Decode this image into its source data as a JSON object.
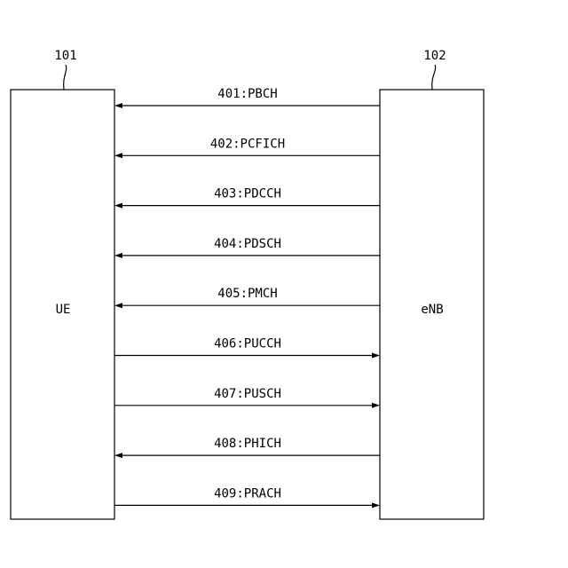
{
  "ue": {
    "ref": "101",
    "label": "UE"
  },
  "enb": {
    "ref": "102",
    "label": "eNB"
  },
  "channels": [
    {
      "label": "401:PBCH",
      "direction": "enb-to-ue"
    },
    {
      "label": "402:PCFICH",
      "direction": "enb-to-ue"
    },
    {
      "label": "403:PDCCH",
      "direction": "enb-to-ue"
    },
    {
      "label": "404:PDSCH",
      "direction": "enb-to-ue"
    },
    {
      "label": "405:PMCH",
      "direction": "enb-to-ue"
    },
    {
      "label": "406:PUCCH",
      "direction": "ue-to-enb"
    },
    {
      "label": "407:PUSCH",
      "direction": "ue-to-enb"
    },
    {
      "label": "408:PHICH",
      "direction": "enb-to-ue"
    },
    {
      "label": "409:PRACH",
      "direction": "ue-to-enb"
    }
  ]
}
